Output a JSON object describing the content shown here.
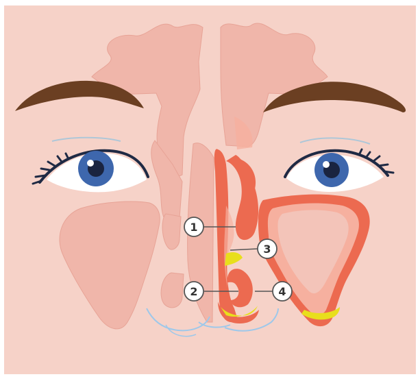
{
  "diagram": {
    "colors": {
      "skin": "#f6d2c8",
      "sinus_fill": "#f0b6aa",
      "sinus_stroke": "#e7a396",
      "inflamed": "#ec6a50",
      "inflamed_light": "#f6b09f",
      "mucus": "#e8df1c",
      "eyebrow": "#6b3f22",
      "iris": "#3e67ad",
      "nostril_line": "#9ec8ea",
      "label_bg": "#ffffff",
      "label_border": "#555555",
      "leader_line": "#555555"
    },
    "labels": [
      {
        "id": "1",
        "text": "1"
      },
      {
        "id": "2",
        "text": "2"
      },
      {
        "id": "3",
        "text": "3"
      },
      {
        "id": "4",
        "text": "4"
      }
    ]
  }
}
